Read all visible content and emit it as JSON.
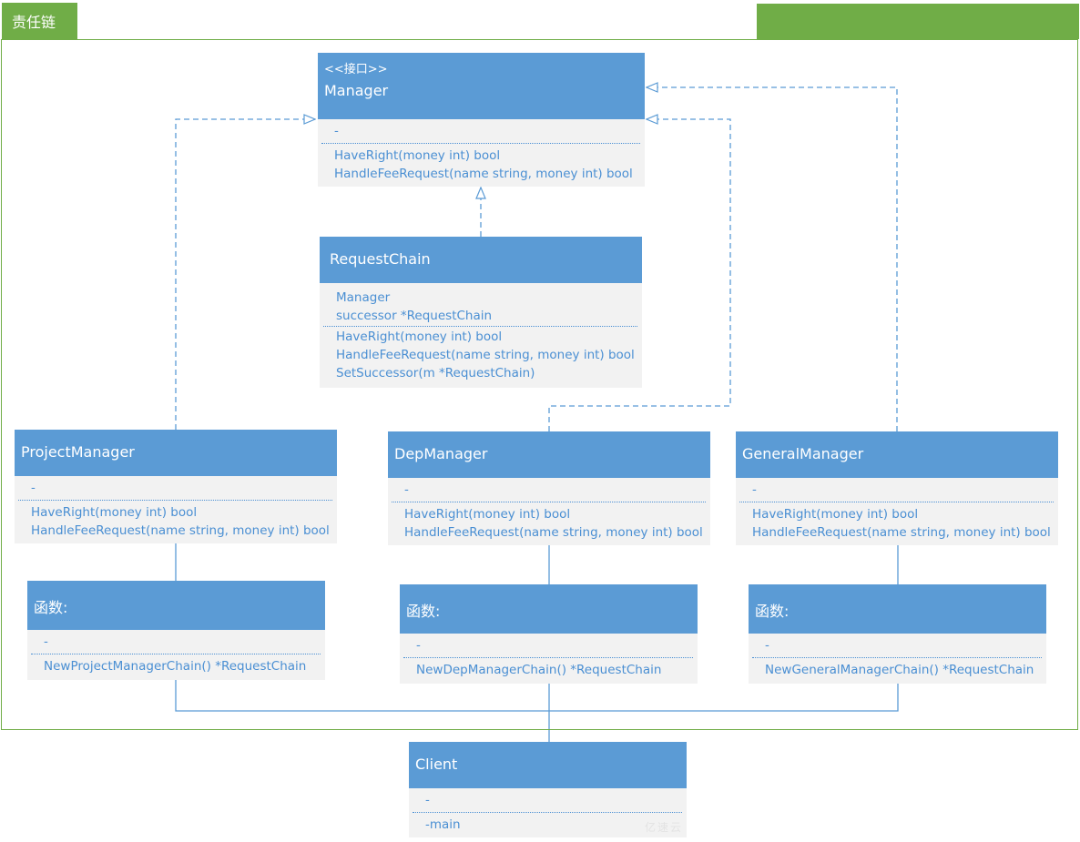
{
  "frame": {
    "title": "责任链"
  },
  "manager": {
    "stereotype": "<<接口>>",
    "name": "Manager",
    "attributes": [
      "-"
    ],
    "methods": [
      "HaveRight(money int) bool",
      "HandleFeeRequest(name string, money int) bool"
    ]
  },
  "request_chain": {
    "name": "RequestChain",
    "attributes": [
      "Manager",
      "successor *RequestChain"
    ],
    "methods": [
      "HaveRight(money int) bool",
      "HandleFeeRequest(name string, money int) bool",
      "SetSuccessor(m *RequestChain)"
    ]
  },
  "project_manager": {
    "name": "ProjectManager",
    "attributes": [
      "-"
    ],
    "methods": [
      "HaveRight(money int) bool",
      "HandleFeeRequest(name string, money int) bool"
    ]
  },
  "dep_manager": {
    "name": "DepManager",
    "attributes": [
      "-"
    ],
    "methods": [
      "HaveRight(money int) bool",
      "HandleFeeRequest(name string, money int) bool"
    ]
  },
  "general_manager": {
    "name": "GeneralManager",
    "attributes": [
      "-"
    ],
    "methods": [
      "HaveRight(money int) bool",
      "HandleFeeRequest(name string, money int) bool"
    ]
  },
  "project_func": {
    "name": "函数:",
    "attributes": [
      "-"
    ],
    "methods": [
      "NewProjectManagerChain() *RequestChain"
    ]
  },
  "dep_func": {
    "name": "函数:",
    "attributes": [
      "-"
    ],
    "methods": [
      "NewDepManagerChain() *RequestChain"
    ]
  },
  "general_func": {
    "name": "函数:",
    "attributes": [
      "-"
    ],
    "methods": [
      "NewGeneralManagerChain() *RequestChain"
    ]
  },
  "client": {
    "name": "Client",
    "attributes": [
      "-"
    ],
    "methods": [
      "-main"
    ]
  },
  "colors": {
    "frame": "#70ad47",
    "header": "#5b9bd5",
    "text": "#4a8fd3",
    "body": "#f2f2f2",
    "connector": "#5b9bd5"
  },
  "watermark": "亿速云"
}
